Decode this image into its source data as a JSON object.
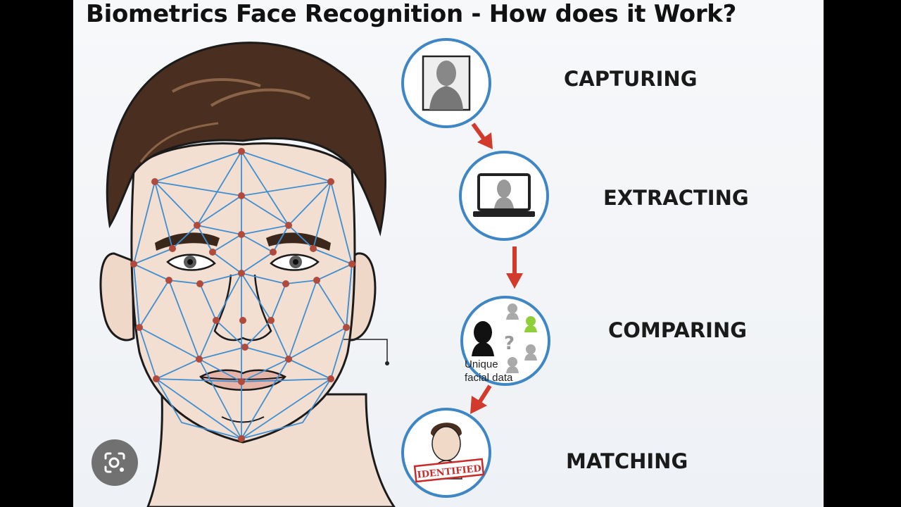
{
  "title": "Biometrics Face Recognition - How does it Work?",
  "annotation": {
    "line1": "Unique",
    "line2": "facial data"
  },
  "steps": [
    {
      "label": "CAPTURING",
      "icon": "portrait-photo-icon"
    },
    {
      "label": "EXTRACTING",
      "icon": "laptop-face-icon"
    },
    {
      "label": "COMPARING",
      "icon": "compare-faces-icon"
    },
    {
      "label": "MATCHING",
      "icon": "identified-face-icon"
    }
  ],
  "comparing_mark": "?",
  "stamp_text": "IDENTIFIED",
  "colors": {
    "mesh": "#3f8fd0",
    "node": "#b04a3c",
    "arrow": "#d23b2b",
    "circle_border": "#3f86c4",
    "match_green": "#8fcf3a"
  }
}
